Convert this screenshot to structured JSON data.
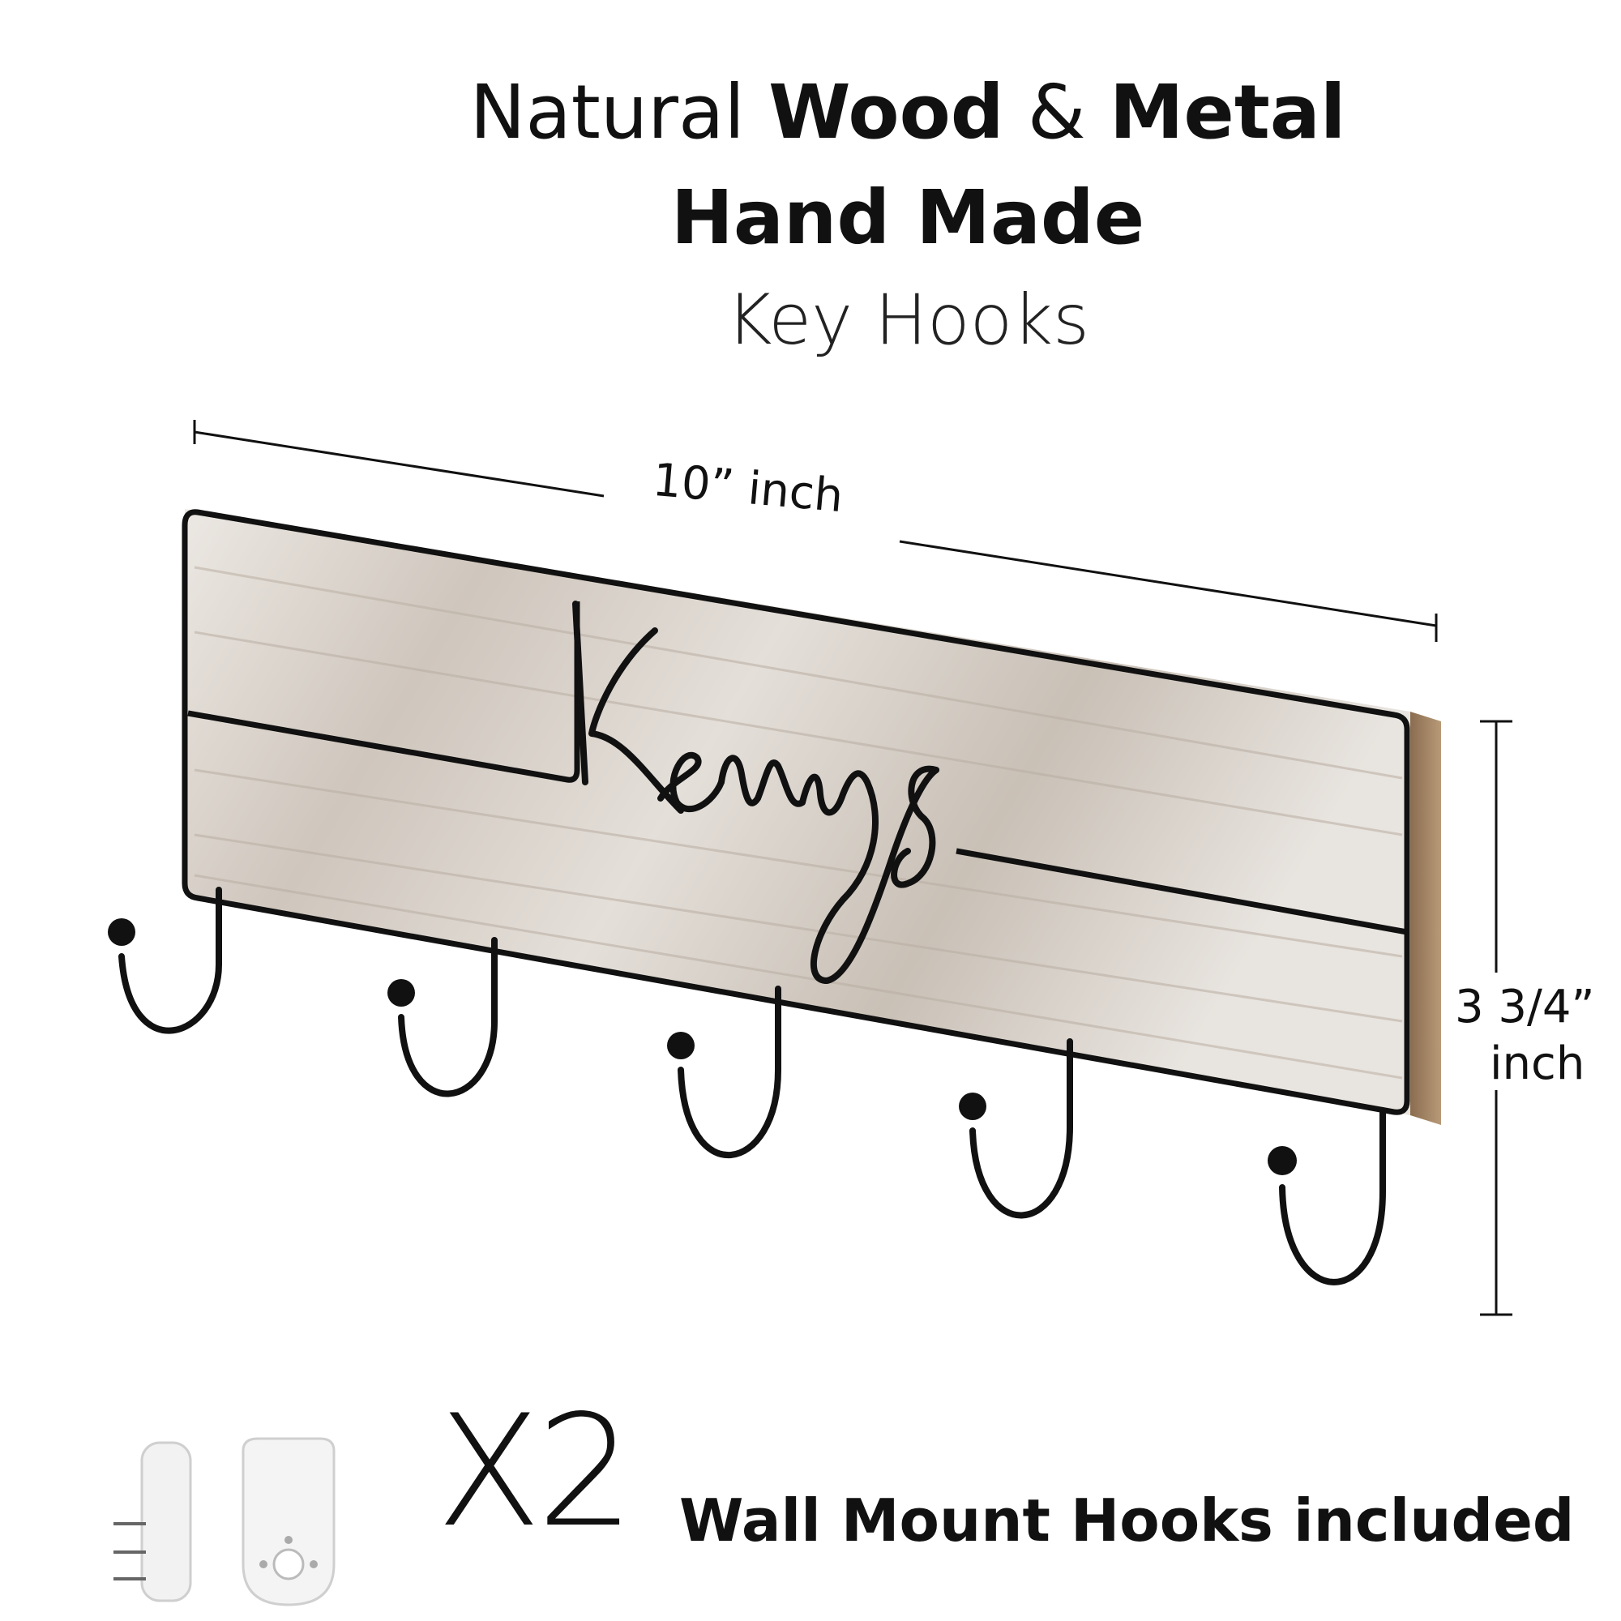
{
  "headline": {
    "line1_a": "Natural ",
    "line1_b": "Wood",
    "line1_c": " & ",
    "line1_d": "Metal",
    "line2": "Hand Made",
    "line3": "Key Hooks"
  },
  "dimensions": {
    "width_label": "10” inch",
    "height_label_a": "3 3/4”",
    "height_label_b": "inch"
  },
  "product": {
    "wire_word": "Keys",
    "hook_count": 5
  },
  "footer": {
    "quantity": "X2",
    "note": "Wall Mount Hooks included"
  },
  "colors": {
    "background": "#ffffff",
    "wood": "#d9d3cc",
    "metal": "#111111",
    "mount": "#f2f2f2"
  }
}
